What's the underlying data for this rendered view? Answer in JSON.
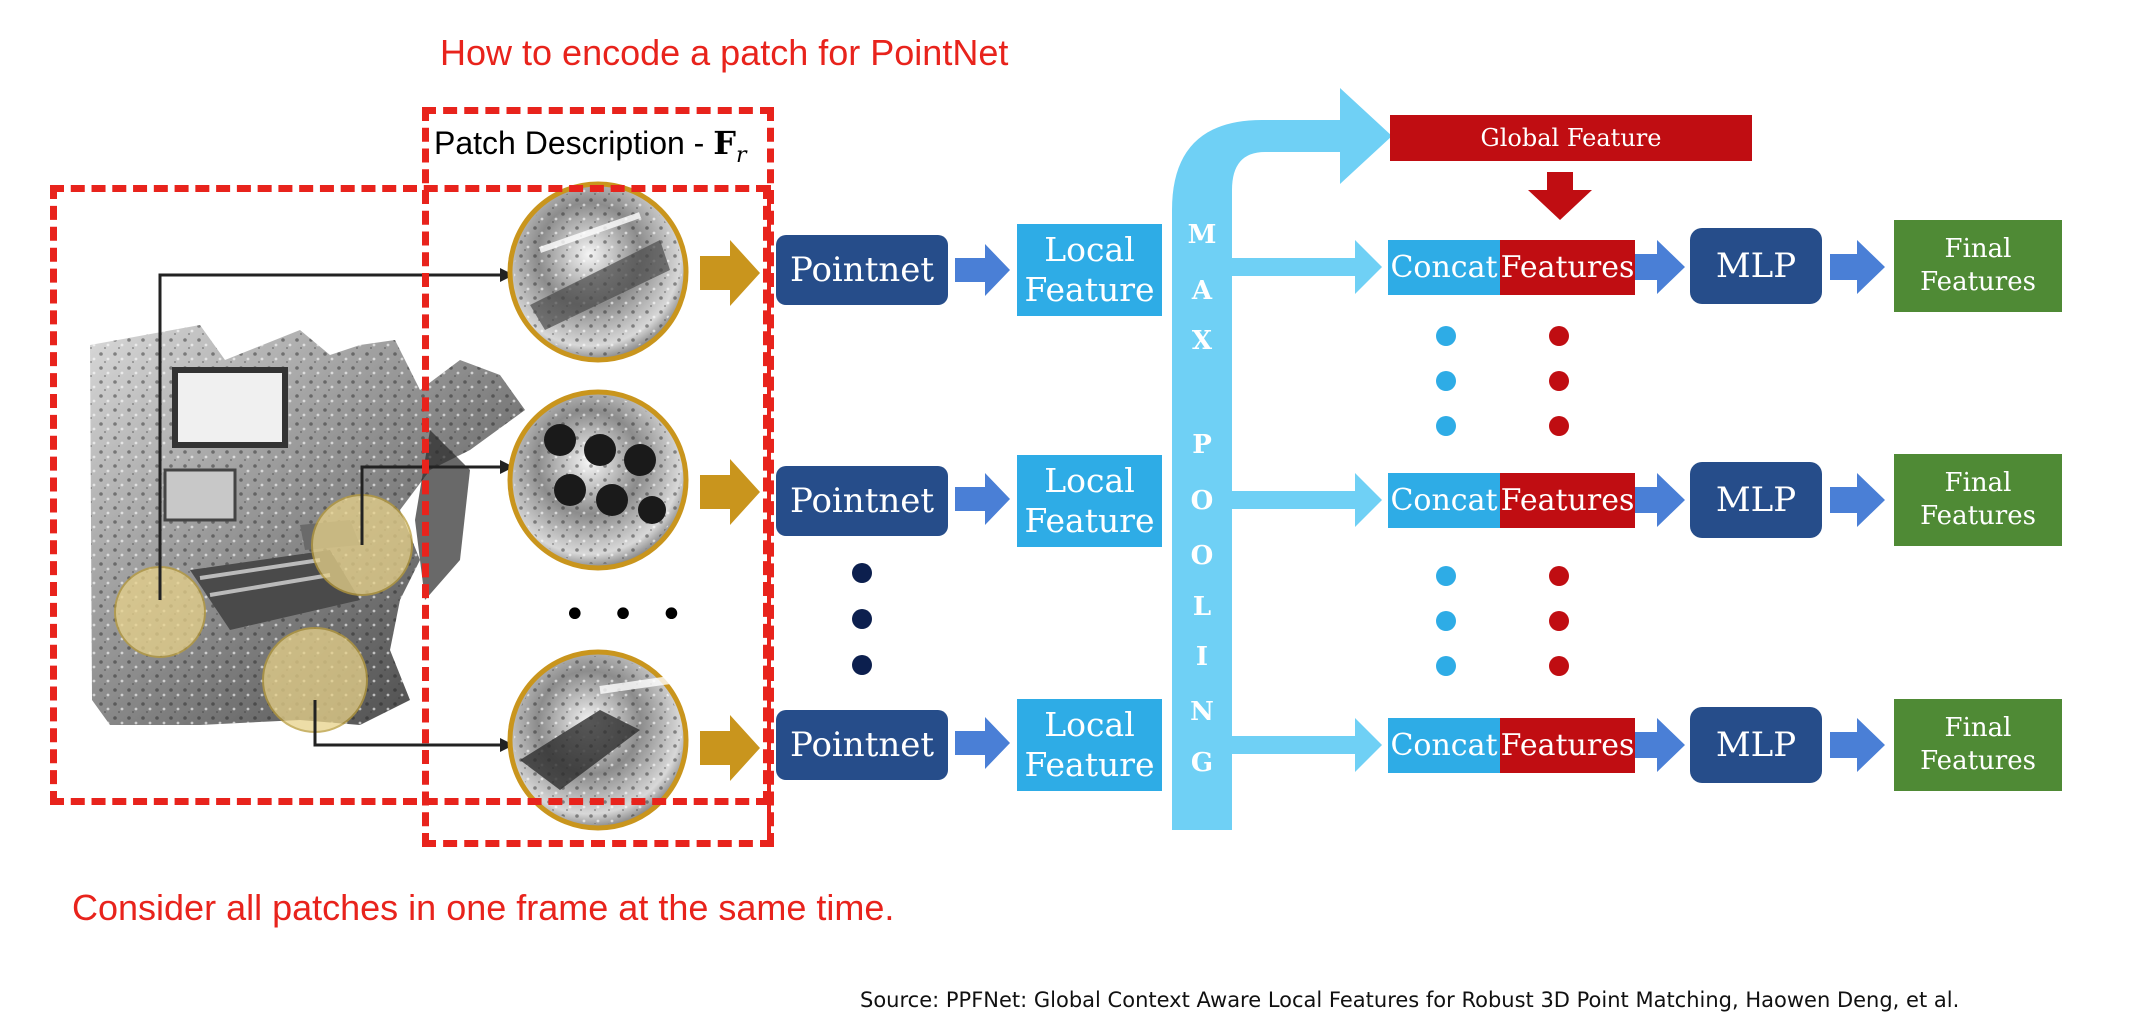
{
  "annotations": {
    "encode_title": "How to encode a patch for PointNet",
    "consider_note": "Consider all patches in one frame at the same time.",
    "source": "Source: PPFNet: Global Context Aware Local Features for Robust 3D Point Matching, Haowen Deng, et al."
  },
  "patch_description": {
    "label": "Patch Description - ",
    "symbol": "F",
    "subscript": "r"
  },
  "pipeline": {
    "pointnet_label": "Pointnet",
    "local_feature_label": "Local\nFeature",
    "max_pooling_letters": [
      "M",
      "A",
      "X",
      "P",
      "O",
      "O",
      "L",
      "I",
      "N",
      "G"
    ],
    "global_feature_label": "Global Feature",
    "concat_label": "Concat",
    "features_label": "Features",
    "mlp_label": "MLP",
    "final_features_label": "Final\nFeatures",
    "patch_ellipsis": "• • •"
  },
  "colors": {
    "annotation_red": "#e8231c",
    "pointnet_navy": "#264d8a",
    "local_blue": "#2eace6",
    "feature_red": "#c00d12",
    "final_green": "#4f8a35",
    "pooling_light_blue": "#6fd0f5",
    "connector_gold": "#c9951d",
    "arrow_blue": "#4a7fd6"
  },
  "icons": [
    "point-cloud-image",
    "patch-zoom-circle",
    "gold-arrow-icon",
    "blue-arrow-icon",
    "down-arrow-icon"
  ]
}
